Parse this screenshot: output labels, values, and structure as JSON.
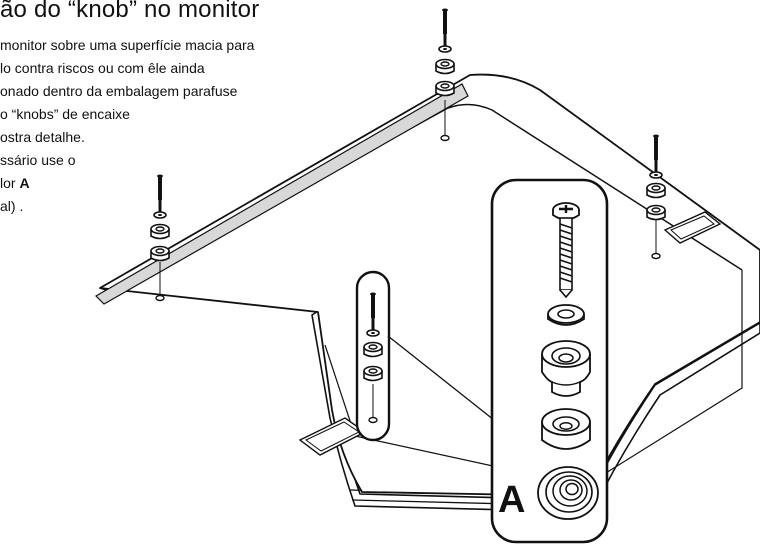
{
  "title": "ão do “knob” no monitor",
  "instructions": [
    "monitor sobre uma superfície macia para",
    "lo contra riscos ou com êle ainda",
    "onado dentro da embalagem parafuse",
    "o “knobs” de encaixe",
    "ostra detalhe.",
    "ssário use o",
    "lor",
    "al) ."
  ],
  "instruction_bold_letter": "A",
  "detail_label": "A"
}
